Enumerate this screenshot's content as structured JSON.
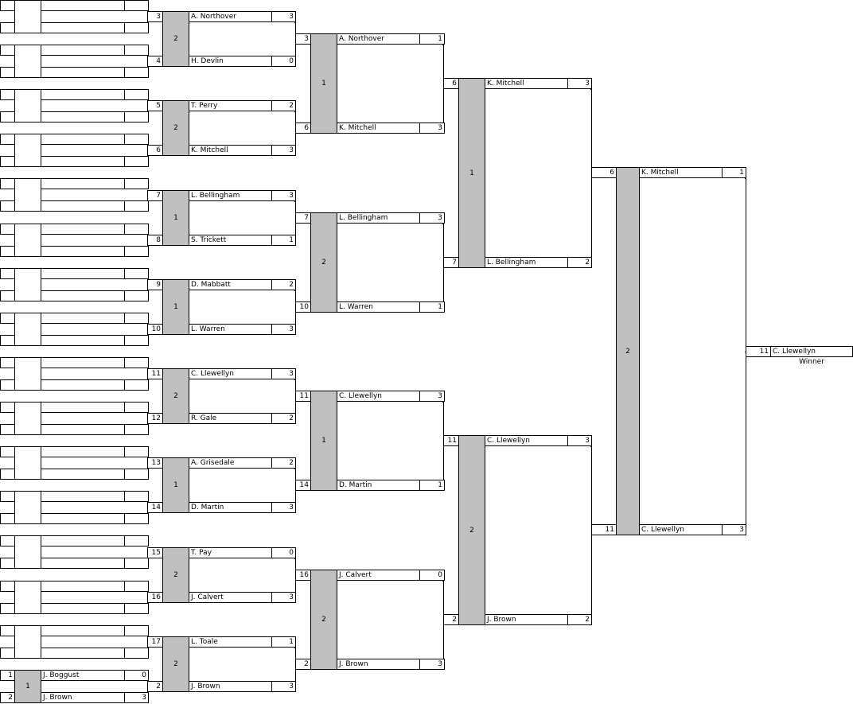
{
  "bracket": {
    "round1": [
      {
        "top": {
          "seed": "1",
          "name": "J. Boggust",
          "score": "0"
        },
        "bottom": {
          "seed": "2",
          "name": "J. Brown",
          "score": "3"
        },
        "game": "1"
      }
    ],
    "round2": [
      {
        "top": {
          "seed": "3",
          "name": "A. Northover",
          "score": "3"
        },
        "bottom": {
          "seed": "4",
          "name": "H. Devlin",
          "score": "0"
        },
        "game": "2"
      },
      {
        "top": {
          "seed": "5",
          "name": "T. Perry",
          "score": "2"
        },
        "bottom": {
          "seed": "6",
          "name": "K. Mitchell",
          "score": "3"
        },
        "game": "2"
      },
      {
        "top": {
          "seed": "7",
          "name": "L. Bellingham",
          "score": "3"
        },
        "bottom": {
          "seed": "8",
          "name": "S. Trickett",
          "score": "1"
        },
        "game": "1"
      },
      {
        "top": {
          "seed": "9",
          "name": "D. Mabbatt",
          "score": "2"
        },
        "bottom": {
          "seed": "10",
          "name": "L. Warren",
          "score": "3"
        },
        "game": "1"
      },
      {
        "top": {
          "seed": "11",
          "name": "C. Llewellyn",
          "score": "3"
        },
        "bottom": {
          "seed": "12",
          "name": "R. Gale",
          "score": "2"
        },
        "game": "2"
      },
      {
        "top": {
          "seed": "13",
          "name": "A. Grisedale",
          "score": "2"
        },
        "bottom": {
          "seed": "14",
          "name": "D. Martin",
          "score": "3"
        },
        "game": "1"
      },
      {
        "top": {
          "seed": "15",
          "name": "T. Pay",
          "score": "0"
        },
        "bottom": {
          "seed": "16",
          "name": "J. Calvert",
          "score": "3"
        },
        "game": "2"
      },
      {
        "top": {
          "seed": "17",
          "name": "L. Toale",
          "score": "1"
        },
        "bottom": {
          "seed": "2",
          "name": "J. Brown",
          "score": "3"
        },
        "game": "2"
      }
    ],
    "round3": [
      {
        "top": {
          "seed": "3",
          "name": "A. Northover",
          "score": "1"
        },
        "bottom": {
          "seed": "6",
          "name": "K. Mitchell",
          "score": "3"
        },
        "game": "1"
      },
      {
        "top": {
          "seed": "7",
          "name": "L. Bellingham",
          "score": "3"
        },
        "bottom": {
          "seed": "10",
          "name": "L. Warren",
          "score": "1"
        },
        "game": "2"
      },
      {
        "top": {
          "seed": "11",
          "name": "C. Llewellyn",
          "score": "3"
        },
        "bottom": {
          "seed": "14",
          "name": "D. Martin",
          "score": "1"
        },
        "game": "1"
      },
      {
        "top": {
          "seed": "16",
          "name": "J. Calvert",
          "score": "0"
        },
        "bottom": {
          "seed": "2",
          "name": "J. Brown",
          "score": "3"
        },
        "game": "2"
      }
    ],
    "round4": [
      {
        "top": {
          "seed": "6",
          "name": "K. Mitchell",
          "score": "3"
        },
        "bottom": {
          "seed": "7",
          "name": "L. Bellingham",
          "score": "2"
        },
        "game": "1"
      },
      {
        "top": {
          "seed": "11",
          "name": "C. Llewellyn",
          "score": "3"
        },
        "bottom": {
          "seed": "2",
          "name": "J. Brown",
          "score": "2"
        },
        "game": "2"
      }
    ],
    "final": [
      {
        "top": {
          "seed": "6",
          "name": "K. Mitchell",
          "score": "1"
        },
        "bottom": {
          "seed": "11",
          "name": "C. Llewellyn",
          "score": "3"
        },
        "game": "2"
      }
    ],
    "winner": {
      "seed": "11",
      "name": "C. Llewellyn",
      "label": "Winner"
    }
  }
}
